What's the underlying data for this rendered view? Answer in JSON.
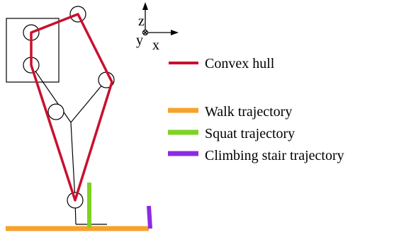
{
  "axes": {
    "z_label": "z",
    "y_label": "y",
    "x_label": "x"
  },
  "legend": {
    "convex_hull": {
      "label": "Convex hull",
      "color": "#c8102e"
    },
    "walk": {
      "label": "Walk trajectory",
      "color": "#f5a32a"
    },
    "squat": {
      "label": "Squat trajectory",
      "color": "#7ed321"
    },
    "climbing": {
      "label": "Climbing stair trajectory",
      "color": "#8b2be2"
    }
  },
  "colors": {
    "stick": "#000000",
    "background": "#ffffff"
  }
}
